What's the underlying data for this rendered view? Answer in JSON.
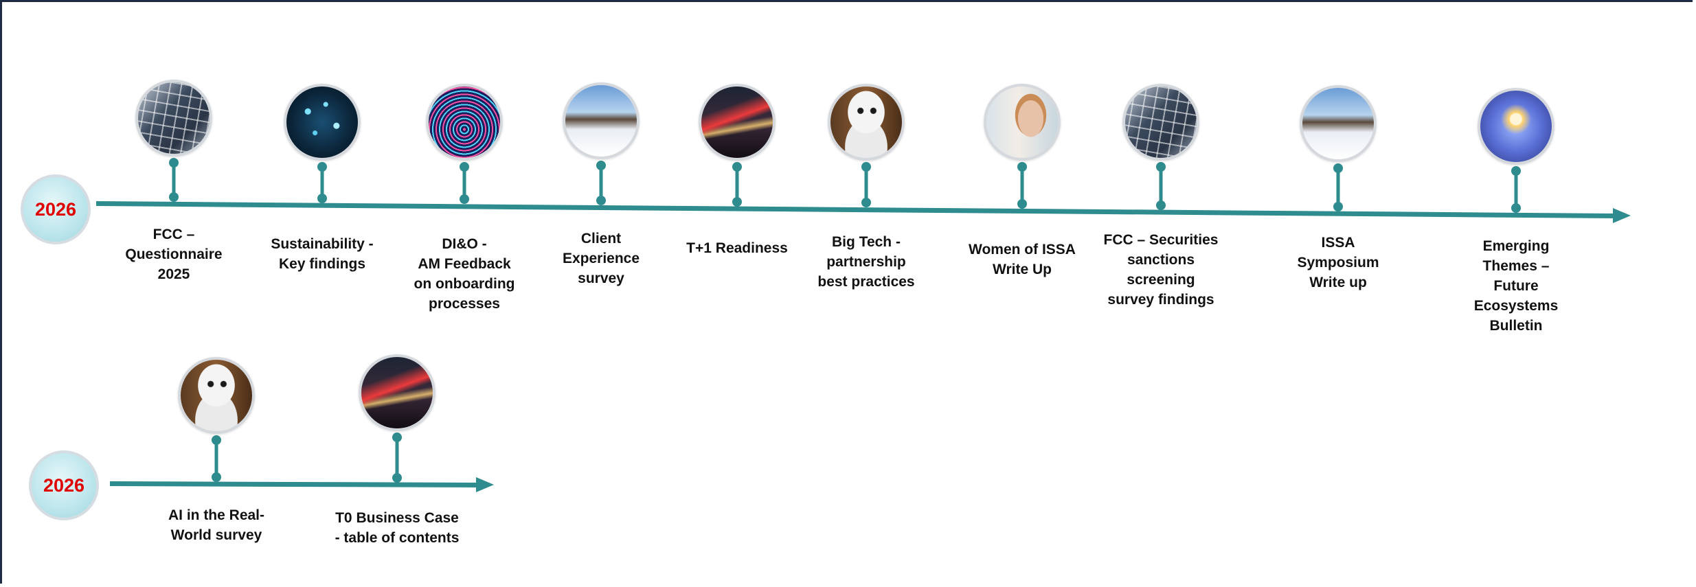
{
  "timelines": [
    {
      "year": "2026",
      "items": [
        {
          "label": "FCC –\nQuestionnaire\n2025",
          "icon": "solar-panel-image",
          "pic": "solar"
        },
        {
          "label": "Sustainability -\nKey findings",
          "icon": "digital-network-image",
          "pic": "tech"
        },
        {
          "label": "DI&O  -\nAM Feedback\non onboarding\nprocesses",
          "icon": "fingerprint-image",
          "pic": "finger"
        },
        {
          "label": "Client\nExperience\nsurvey",
          "icon": "snowy-building-image",
          "pic": "snow"
        },
        {
          "label": "T+1 Readiness",
          "icon": "light-trails-image",
          "pic": "lights"
        },
        {
          "label": "Big Tech -\npartnership\nbest practices",
          "icon": "robot-image",
          "pic": "robot"
        },
        {
          "label": "Women of ISSA\nWrite Up",
          "icon": "women-image",
          "pic": "women"
        },
        {
          "label": "FCC – Securities\nsanctions\nscreening\nsurvey findings",
          "icon": "solar-panel-image",
          "pic": "solar"
        },
        {
          "label": "ISSA\nSymposium\nWrite up",
          "icon": "snowy-building-image",
          "pic": "snow"
        },
        {
          "label": "Emerging\nThemes –\nFuture\nEcosystems\nBulletin",
          "icon": "lightbulb-image",
          "pic": "bulb"
        }
      ]
    },
    {
      "year": "2026",
      "items": [
        {
          "label": "AI in the Real-\nWorld survey",
          "icon": "robot-image",
          "pic": "robot"
        },
        {
          "label": "T0 Business Case\n- table of contents",
          "icon": "light-trails-image",
          "pic": "lights"
        }
      ]
    }
  ],
  "colors": {
    "axis": "#2e8b8e",
    "year_text": "#e00000"
  }
}
